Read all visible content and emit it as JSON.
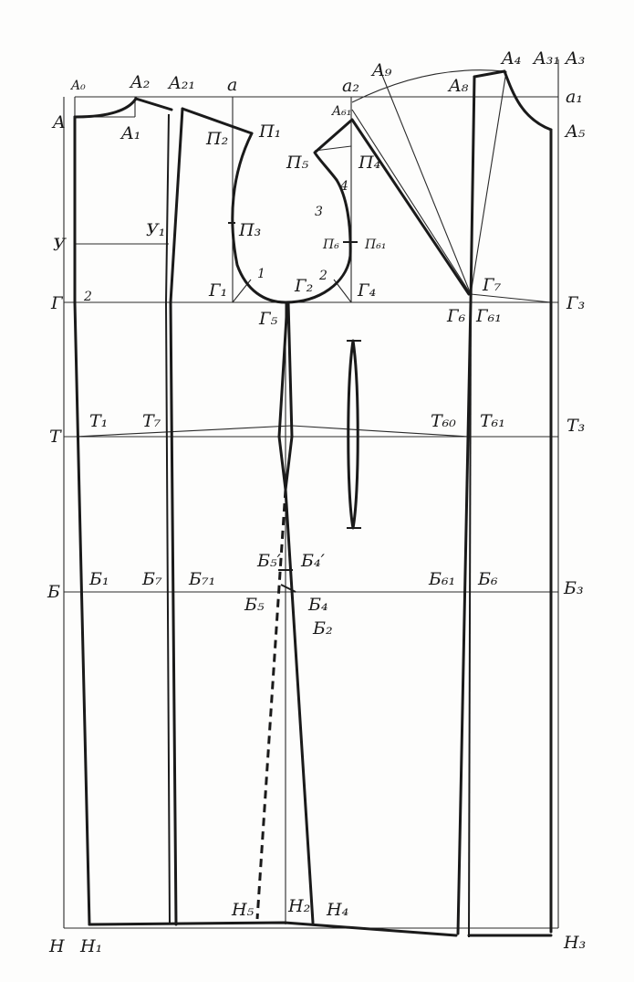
{
  "labels": {
    "A0": "A₀",
    "A2": "A₂",
    "A21": "A₂₁",
    "a": "a",
    "a2": "a₂",
    "A9": "A₉",
    "A4": "A₄",
    "A31": "A₃₁",
    "A3": "A₃",
    "A8": "A₈",
    "a1": "a₁",
    "A": "A",
    "A1": "A₁",
    "P2": "П₂",
    "P1": "П₁",
    "A61": "A₆₁",
    "A5": "A₅",
    "P5": "П₅",
    "P4": "П₄",
    "n4": "4",
    "n3": "3",
    "P3": "П₃",
    "U": "У",
    "U1": "У₁",
    "P6": "П₆",
    "P61": "П₆₁",
    "G": "Г",
    "g2": "2",
    "G1": "Г₁",
    "n1": "1",
    "G2": "Г₂",
    "n2": "2",
    "G4": "Г₄",
    "G7": "Г₇",
    "G3": "Г₃",
    "G5": "Г₅",
    "G6": "Г₆",
    "G61": "Г₆₁",
    "T": "Т",
    "T1": "Т₁",
    "T7": "Т₇",
    "T60": "Т₆₀",
    "T61": "Т₆₁",
    "T3": "Т₃",
    "B": "Б",
    "B1": "Б₁",
    "B7": "Б₇",
    "B71": "Б₇₁",
    "B5p": "Б₅′",
    "B4p": "Б₄′",
    "B5": "Б₅",
    "B4": "Б₄",
    "B2": "Б₂",
    "B61": "Б₆₁",
    "B6": "Б₆",
    "B3": "Б₃",
    "H5": "Н₅",
    "H2": "Н₂",
    "H4": "Н₄",
    "H": "Н",
    "H1": "Н₁",
    "H3": "Н₃"
  }
}
